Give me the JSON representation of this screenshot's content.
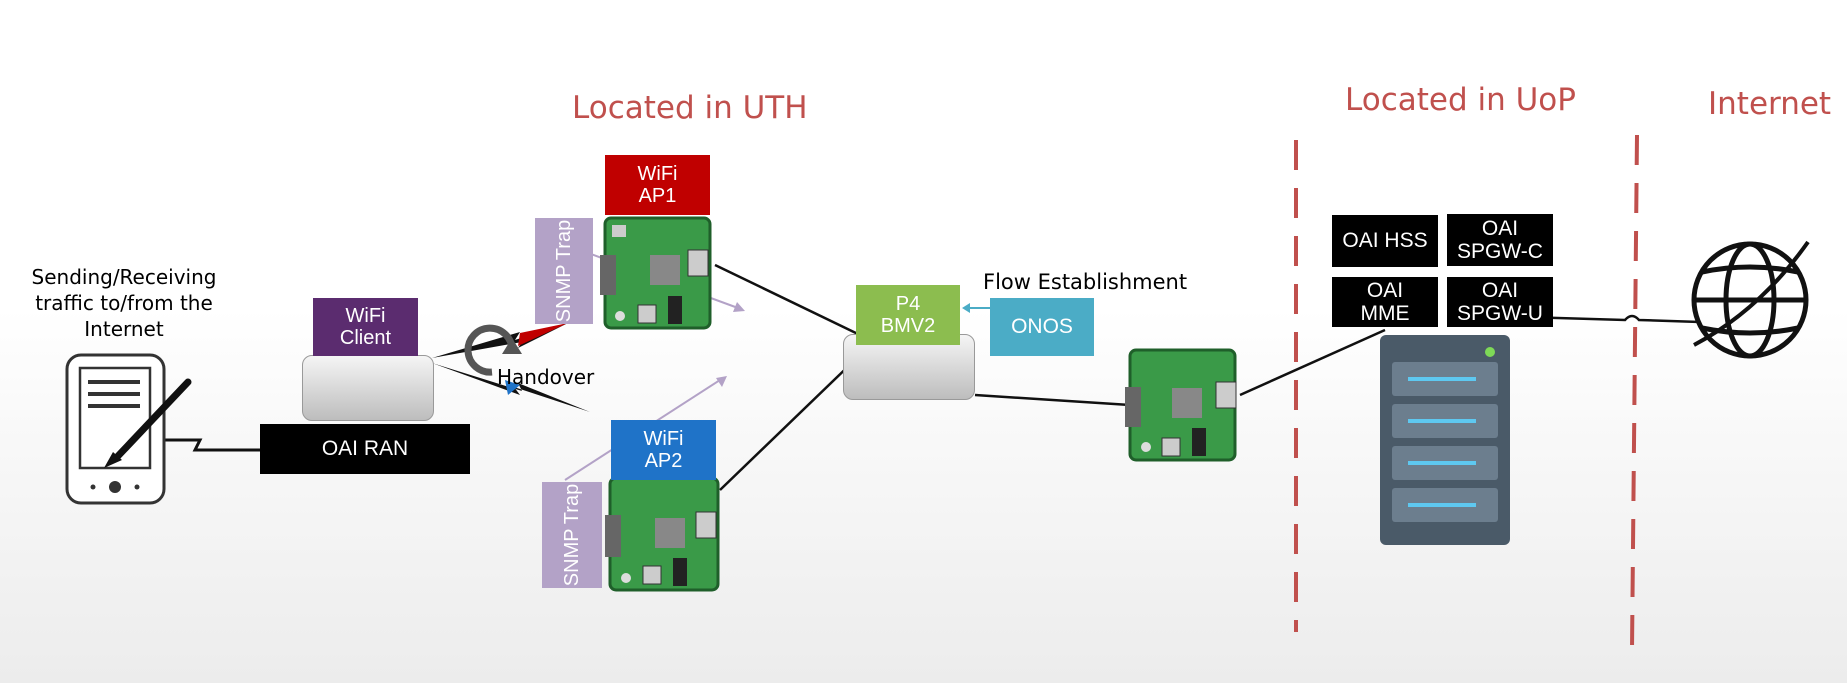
{
  "regions": {
    "uth": "Located in UTH",
    "uop": "Located in UoP",
    "internet": "Internet"
  },
  "phone_caption": {
    "line1": "Sending/Receiving",
    "line2": "traffic to/from the",
    "line3": "Internet"
  },
  "wifi_client": {
    "line1": "WiFi",
    "line2": "Client"
  },
  "oai_ran": "OAI RAN",
  "handover": "Handover",
  "ap1": {
    "line1": "WiFi",
    "line2": "AP1"
  },
  "ap2": {
    "line1": "WiFi",
    "line2": "AP2"
  },
  "snmp_top": {
    "line1": "SNMP",
    "line2": "Trap"
  },
  "snmp_bottom": {
    "line1": "SNMP",
    "line2": "Trap"
  },
  "p4": {
    "line1": "P4",
    "line2": "BMV2"
  },
  "flow_establishment": "Flow Establishment",
  "onos": "ONOS",
  "core": {
    "hss": "OAI HSS",
    "spgwc": {
      "line1": "OAI",
      "line2": "SPGW-C"
    },
    "mme": {
      "line1": "OAI",
      "line2": "MME"
    },
    "spgwu": {
      "line1": "OAI",
      "line2": "SPGW-U"
    }
  },
  "colors": {
    "region_title": "#c0504d",
    "wifi_client": "#5b2c6f",
    "ap1": "#c00000",
    "ap2": "#1f73c8",
    "snmp": "#b3a2c7",
    "p4": "#8cbd4f",
    "onos": "#4bacc6"
  }
}
